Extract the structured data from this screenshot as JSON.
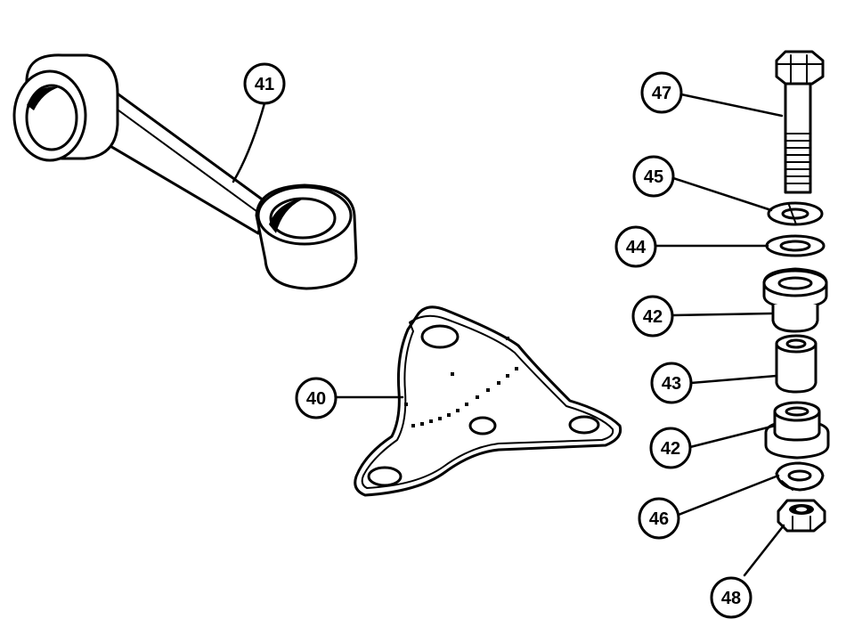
{
  "callouts": {
    "c40": "40",
    "c41": "41",
    "c42a": "42",
    "c42b": "42",
    "c43": "43",
    "c44": "44",
    "c45": "45",
    "c46": "46",
    "c47": "47",
    "c48": "48"
  },
  "colors": {
    "ink": "#000000",
    "paper": "#ffffff"
  }
}
